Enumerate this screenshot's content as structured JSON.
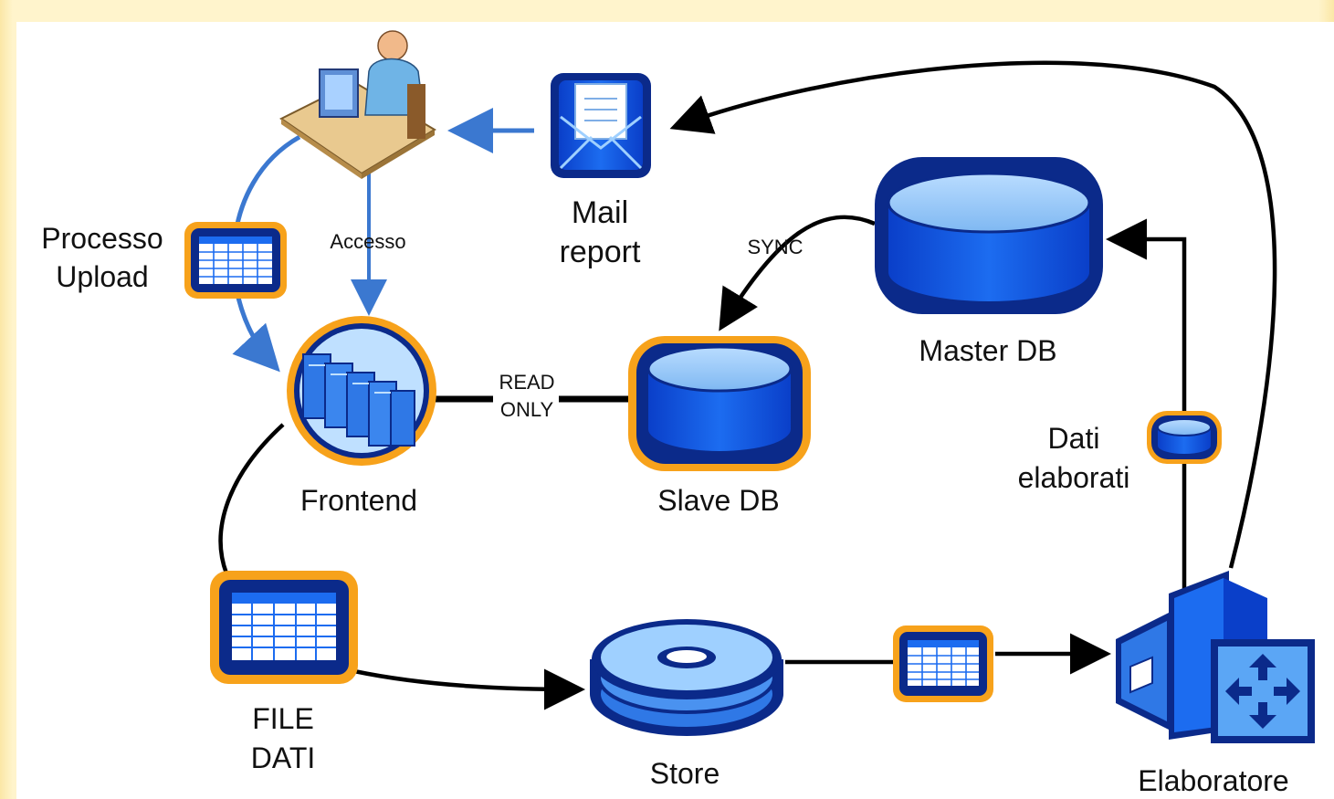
{
  "nodes": {
    "user_workstation": {
      "icon": "user-at-computer-icon"
    },
    "mail_report": {
      "label_line1": "Mail",
      "label_line2": "report",
      "icon": "mail-envelope-icon"
    },
    "processo_upload": {
      "label_line1": "Processo",
      "label_line2": "Upload",
      "icon": "spreadsheet-icon"
    },
    "frontend": {
      "label": "Frontend",
      "icon": "server-rack-icon"
    },
    "slave_db": {
      "label": "Slave DB",
      "icon": "database-icon"
    },
    "master_db": {
      "label": "Master DB",
      "icon": "database-icon"
    },
    "dati_elaborati": {
      "label_line1": "Dati",
      "label_line2": "elaborati",
      "icon": "small-database-icon"
    },
    "file_dati": {
      "label_line1": "FILE",
      "label_line2": "DATI",
      "icon": "spreadsheet-icon"
    },
    "store": {
      "label": "Store",
      "icon": "disk-store-icon"
    },
    "store_output": {
      "icon": "spreadsheet-icon"
    },
    "elaboratore": {
      "label": "Elaboratore",
      "icon": "processing-server-icon"
    }
  },
  "edges": {
    "accesso": {
      "label": "Accesso"
    },
    "read_only": {
      "label_line1": "READ",
      "label_line2": "ONLY"
    },
    "sync": {
      "label": "SYNC"
    }
  },
  "colors": {
    "accent_blue": "#0a4fd8",
    "dark_blue": "#0b2a8a",
    "light_blue": "#8fc6f5",
    "orange_halo": "#f7a21b",
    "arrow_blue": "#3b78d0",
    "arrow_black": "#000000"
  }
}
